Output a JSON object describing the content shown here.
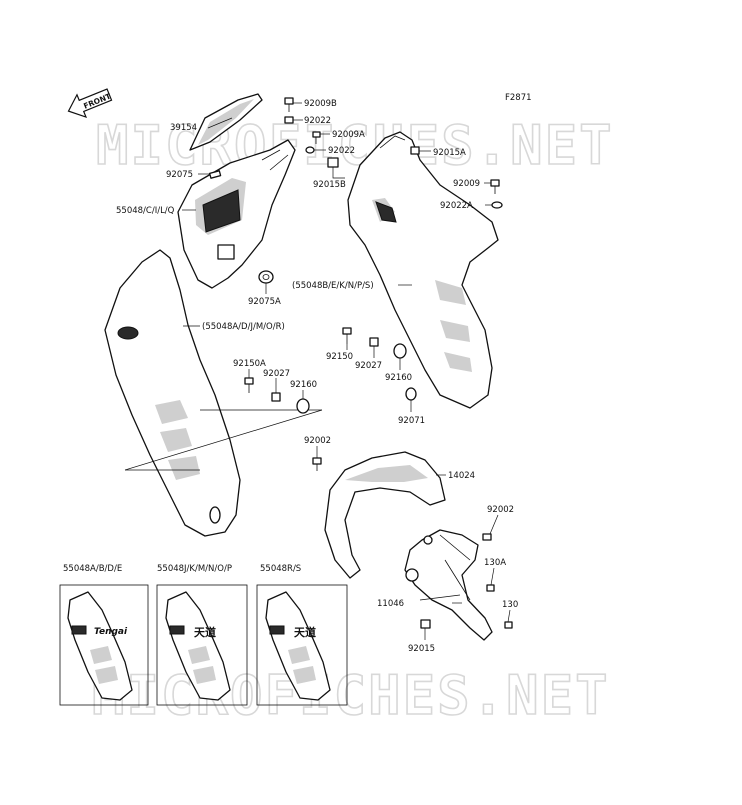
{
  "figure_code": "F2871",
  "front_label": "FRONT",
  "watermark": "MICROFICHES.NET",
  "callouts": {
    "c39154": "39154",
    "c92009B": "92009B",
    "c92022a": "92022",
    "c92009A": "92009A",
    "c92022b": "92022",
    "c92015A": "92015A",
    "c92075": "92075",
    "c92015B": "92015B",
    "c92009": "92009",
    "c92022A": "92022A",
    "c55048CILQ": "55048/C/I/L/Q",
    "c92075A": "92075A",
    "c55048BEKNPS": "(55048B/E/K/N/P/S)",
    "c55048ADJMOR": "(55048A/D/J/M/O/R)",
    "c92150": "92150",
    "c92027a": "92027",
    "c92150A": "92150A",
    "c92160a": "92160",
    "c92027b": "92027",
    "c92160b": "92160",
    "c92071": "92071",
    "c92002a": "92002",
    "c14024": "14024",
    "c92002b": "92002",
    "c130A": "130A",
    "c11046": "11046",
    "c130": "130",
    "c92015": "92015"
  },
  "variants": [
    {
      "label": "55048A/B/D/E",
      "decal": "Tengai"
    },
    {
      "label": "55048J/K/M/N/O/P",
      "decal": "天道"
    },
    {
      "label": "55048R/S",
      "decal": "天道"
    }
  ]
}
